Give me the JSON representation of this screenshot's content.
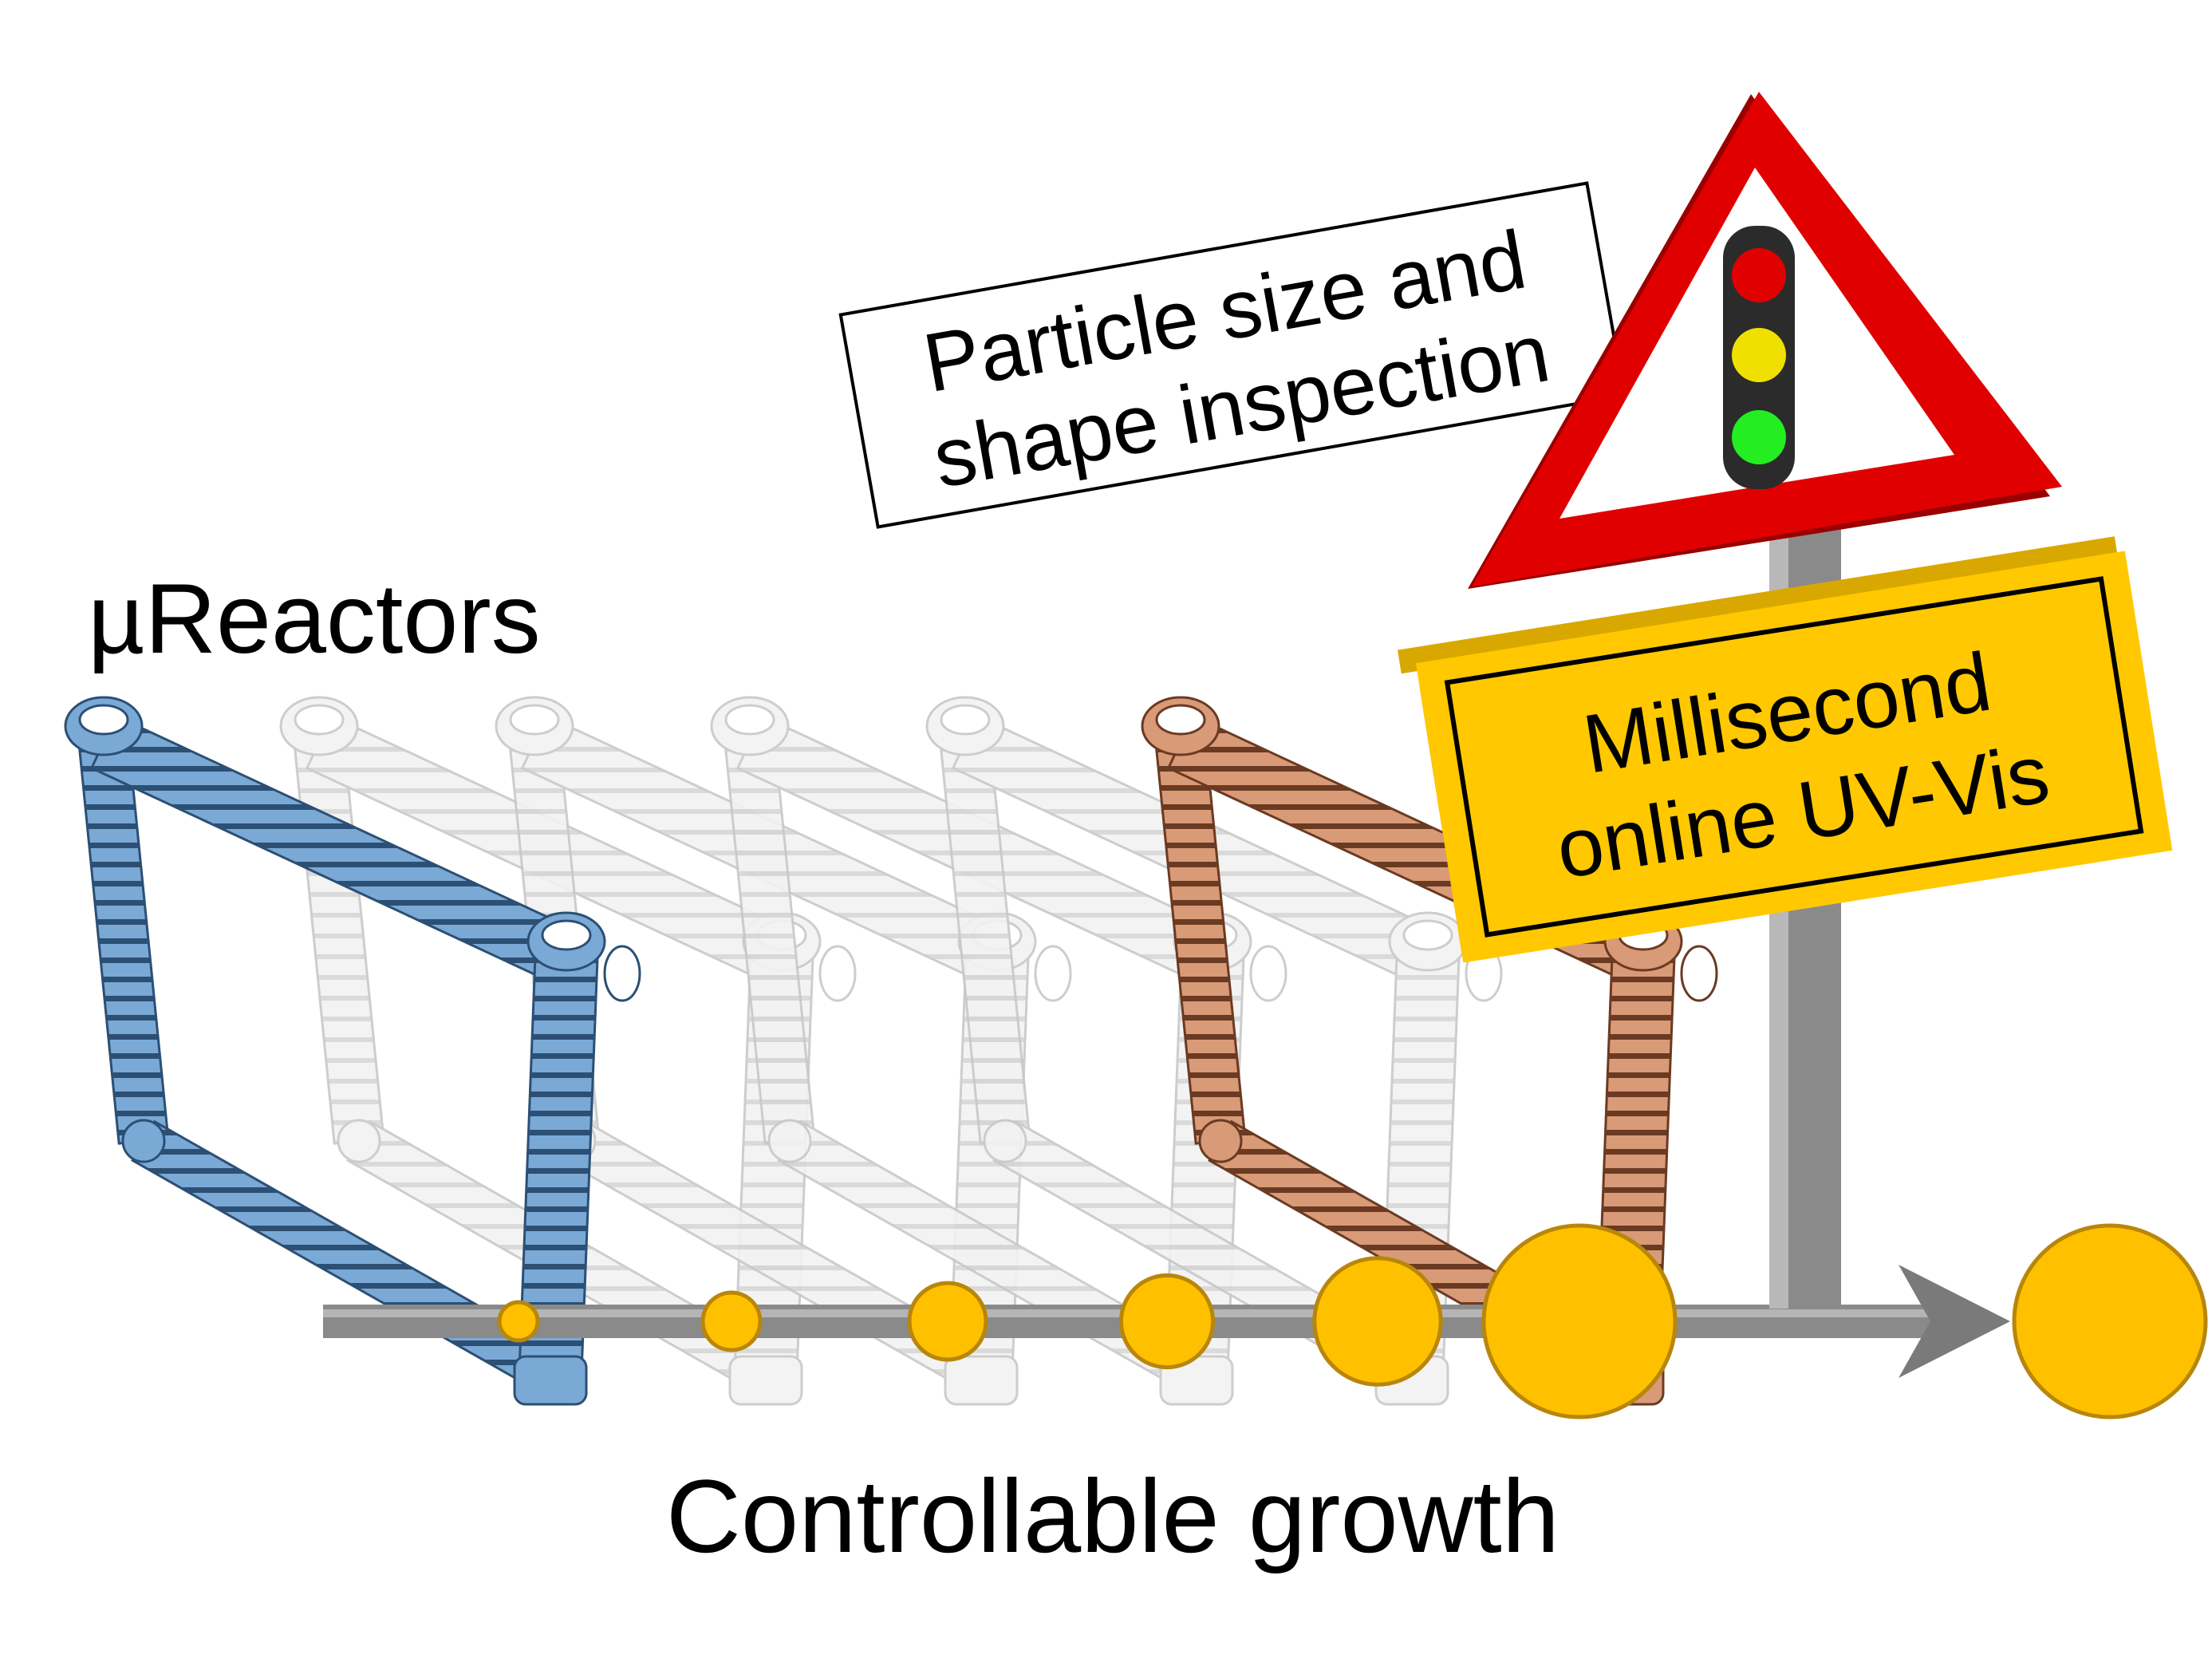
{
  "labels": {
    "reactors": "µReactors",
    "growth": "Controllable growth",
    "inspection_line1": "Particle size and",
    "inspection_line2": "shape inspection",
    "uvvis_line1": "Millisecond",
    "uvvis_line2": "online UV-Vis"
  },
  "reactors": [
    {
      "color": "blue"
    },
    {
      "color": "white"
    },
    {
      "color": "white"
    },
    {
      "color": "white"
    },
    {
      "color": "white"
    },
    {
      "color": "copper"
    }
  ],
  "particles": [
    {
      "relative_size": 1
    },
    {
      "relative_size": 1.5
    },
    {
      "relative_size": 2
    },
    {
      "relative_size": 2.4
    },
    {
      "relative_size": 3.3
    },
    {
      "relative_size": 5
    },
    {
      "relative_size": 5
    }
  ],
  "traffic_light": [
    "red",
    "yellow",
    "green"
  ],
  "colors": {
    "blue_reactor": "#7aa9d6",
    "copper_reactor": "#d99a78",
    "white_reactor": "#f2f2f2",
    "particle_fill": "#ffc000",
    "particle_stroke": "#b8860b",
    "warning_red": "#e00000",
    "sign_yellow": "#ffc800",
    "arrow_gray": "#8a8a8a",
    "light_red": "#e00000",
    "light_yellow": "#f0e000",
    "light_green": "#22ee22"
  }
}
